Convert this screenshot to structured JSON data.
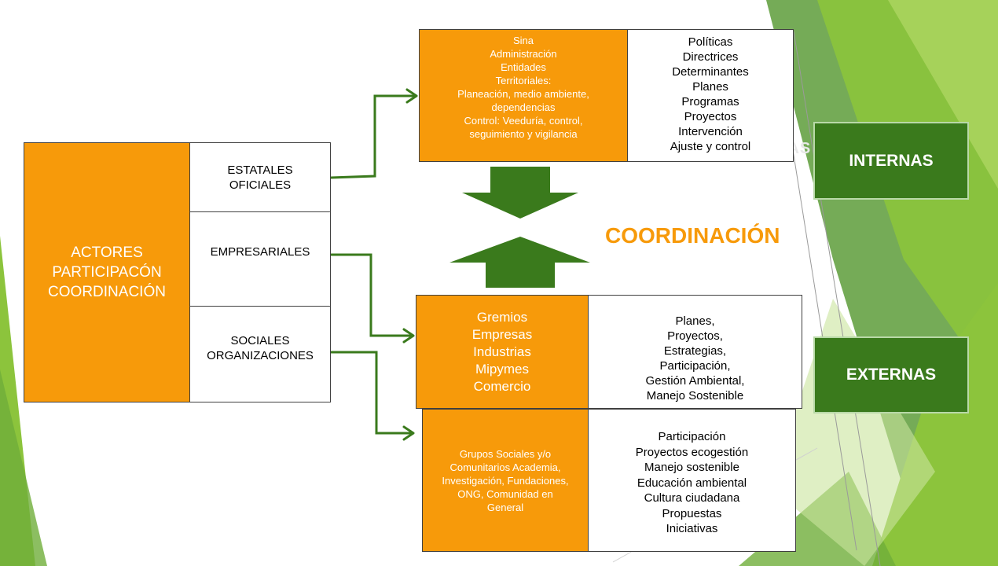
{
  "main_block": {
    "title_lines": [
      "ACTORES",
      "PARTICIPACÓN",
      "COORDINACIÓN"
    ]
  },
  "categories": [
    {
      "lines": [
        "ESTATALES",
        "OFICIALES"
      ]
    },
    {
      "lines": [
        "EMPRESARIALES"
      ]
    },
    {
      "lines": [
        "SOCIALES",
        "ORGANIZACIONES"
      ]
    }
  ],
  "state_block": {
    "actors": [
      "Sina",
      "Administración",
      "Entidades",
      "Territoriales:",
      "Planeación, medio ambiente,",
      "dependencias",
      "Control: Veeduría,  control,",
      "seguimiento y vigilancia"
    ],
    "tools": [
      "Políticas",
      "Directrices",
      "Determinantes",
      "Planes",
      "Programas",
      "Proyectos",
      "Intervención",
      "Ajuste y control"
    ]
  },
  "business_block": {
    "actors": [
      "Gremios",
      "Empresas",
      "Industrias",
      "Mipymes",
      "Comercio"
    ],
    "tools": [
      "Planes,",
      "Proyectos,",
      "Estrategias,",
      "Participación,",
      "Gestión Ambiental,",
      "Manejo Sostenible"
    ]
  },
  "social_block": {
    "actors": [
      "Grupos Sociales y/o",
      "Comunitarios Academia,",
      "Investigación,  Fundaciones,",
      "ONG, Comunidad en",
      "General"
    ],
    "tools": [
      "Participación",
      "Proyectos ecogestión",
      "Manejo sostenible",
      "Educación ambiental",
      "Cultura ciudadana",
      "Propuestas",
      "Iniciativas"
    ]
  },
  "center_label": "COORDINACIÓN",
  "ghost_label": "INTERNAS",
  "labels": {
    "internal": "INTERNAS",
    "external": "EXTERNAS"
  },
  "colors": {
    "orange": "#f79a0a",
    "dark_green": "#3a7a1c",
    "light_green": "#8cc43c"
  }
}
